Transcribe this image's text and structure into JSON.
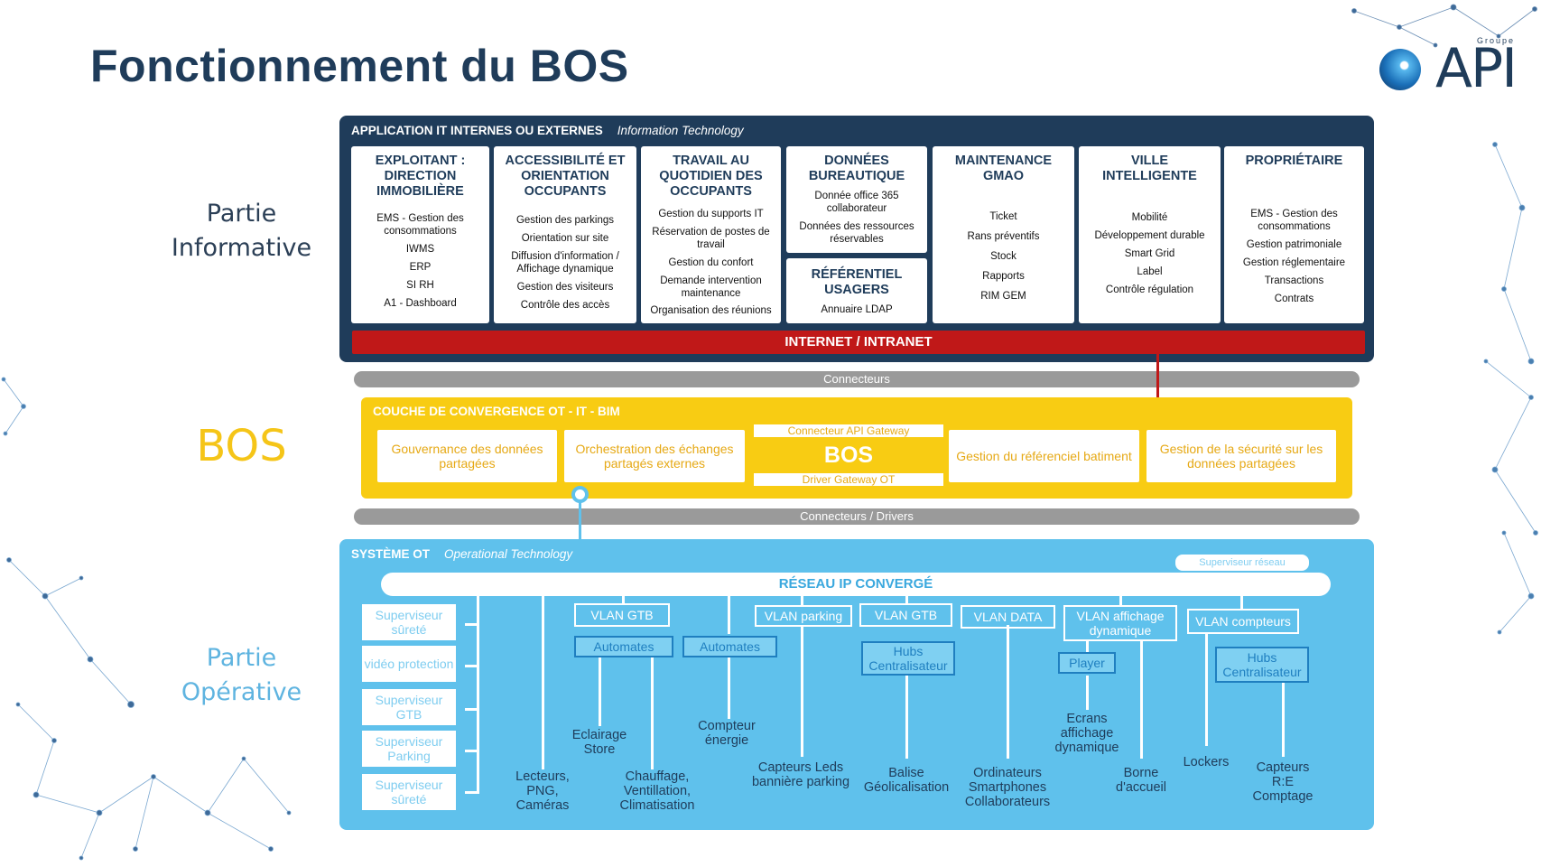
{
  "title": "Fonctionnement du BOS",
  "logo": {
    "groupe": "Groupe",
    "name": "API"
  },
  "side_labels": {
    "informative": "Partie Informative",
    "bos": "BOS",
    "operative": "Partie Opérative"
  },
  "it": {
    "header": "APPLICATION IT INTERNES OU EXTERNES",
    "header_sub": "Information Technology",
    "columns": [
      {
        "title": "EXPLOITANT : DIRECTION IMMOBILIÈRE",
        "items": [
          "EMS - Gestion des consommations",
          "IWMS",
          "ERP",
          "SI RH",
          "A1 - Dashboard"
        ]
      },
      {
        "title": "ACCESSIBILITÉ ET ORIENTATION OCCUPANTS",
        "items": [
          "Gestion des parkings",
          "Orientation sur site",
          "Diffusion d'information / Affichage dynamique",
          "Gestion des visiteurs",
          "Contrôle des accès"
        ]
      },
      {
        "title": "TRAVAIL AU QUOTIDIEN DES OCCUPANTS",
        "items": [
          "Gestion du supports IT",
          "Réservation de postes de travail",
          "Gestion du confort",
          "Demande intervention maintenance",
          "Organisation des réunions"
        ]
      },
      {
        "title": "DONNÉES BUREAUTIQUE",
        "items": [
          "Donnée office 365 collaborateur",
          "Données des ressources réservables"
        ]
      },
      {
        "title": "RÉFÉRENTIEL USAGERS",
        "items": [
          "Annuaire LDAP"
        ]
      },
      {
        "title": "MAINTENANCE GMAO",
        "items": [
          "Ticket",
          "Rans préventifs",
          "Stock",
          "Rapports",
          "RIM GEM"
        ]
      },
      {
        "title": "VILLE INTELLIGENTE",
        "items": [
          "Mobilité",
          "Développement durable",
          "Smart Grid",
          "Label",
          "Contrôle régulation"
        ]
      },
      {
        "title": "PROPRIÉTAIRE",
        "items": [
          "EMS - Gestion des consommations",
          "Gestion patrimoniale",
          "Gestion réglementaire",
          "Transactions",
          "Contrats"
        ]
      }
    ],
    "internet": "INTERNET / INTRANET"
  },
  "connectors_top": "Connecteurs",
  "bos": {
    "header": "COUCHE DE CONVERGENCE OT - IT - BIM",
    "cells": [
      "Gouvernance des données partagées",
      "Orchestration des échanges partagés externes",
      "Gestion du référenciel batiment",
      "Gestion de la sécurité sur les données partagées"
    ],
    "gateway": "Connecteur API Gateway",
    "center": "BOS",
    "driver": "Driver Gateway OT"
  },
  "connectors_bottom": "Connecteurs / Drivers",
  "ot": {
    "header": "SYSTÈME OT",
    "header_sub": "Operational Technology",
    "supervisor_network": "Superviseur réseau",
    "network": "RÉSEAU IP CONVERGÉ",
    "supervisors": [
      "Superviseur sûreté",
      "vidéo protection",
      "Superviseur GTB",
      "Superviseur Parking",
      "Superviseur sûreté"
    ],
    "vlans": [
      "VLAN GTB",
      "VLAN parking",
      "VLAN GTB",
      "VLAN DATA",
      "VLAN affichage dynamique",
      "VLAN compteurs"
    ],
    "subs": [
      "Automates",
      "Automates",
      "Hubs Centralisateur",
      "Player",
      "Hubs Centralisateur"
    ],
    "endpoints": [
      "Lecteurs, PNG, Caméras",
      "Eclairage Store",
      "Chauffage, Ventillation, Climatisation",
      "Compteur énergie",
      "Capteurs Leds bannière parking",
      "Balise Géolicalisation",
      "Ordinateurs Smartphones Collaborateurs",
      "Ecrans affichage dynamique",
      "Borne d'accueil",
      "Lockers",
      "Capteurs R:E Comptage"
    ]
  },
  "colors": {
    "navy": "#1f3c5a",
    "red": "#c01818",
    "yellow": "#f8cc13",
    "sky": "#5fc1ec",
    "grey": "#9a9a9a"
  }
}
